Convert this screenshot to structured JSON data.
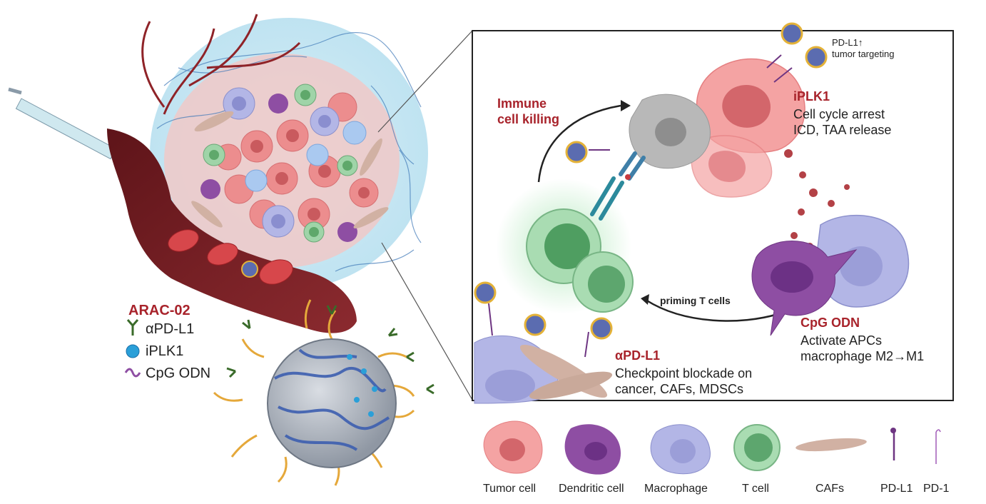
{
  "formulation": {
    "name": "ARAC-02",
    "items": [
      "αPD-L1",
      "iPLK1",
      "CpG ODN"
    ],
    "icons": [
      "antibody-icon",
      "inhibitor-sphere-icon",
      "cpg-strand-icon"
    ]
  },
  "panel": {
    "immune_killing": [
      "Immune",
      "cell killing"
    ],
    "iplk1": {
      "title": "iPLK1",
      "lines": [
        "Cell cycle arrest",
        "ICD, TAA release"
      ]
    },
    "targeting": [
      "PD-L1↑",
      "tumor targeting"
    ],
    "priming": "priming T cells",
    "cpg": {
      "title": "CpG ODN",
      "lines": [
        "Activate APCs",
        "macrophage  M2→M1"
      ]
    },
    "apdl1": {
      "title": "αPD-L1",
      "lines": [
        "Checkpoint blockade on",
        "cancer, CAFs, MDSCs"
      ]
    }
  },
  "legend": [
    "Tumor cell",
    "Dendritic cell",
    "Macrophage",
    "T cell",
    "CAFs",
    "PD-L1",
    "PD-1"
  ],
  "colors": {
    "accent_red": "#a8232b",
    "tumor": "#f4a3a3",
    "dendritic": "#8e4ea3",
    "macrophage": "#b3b6e6",
    "tcell": "#9fd4a8",
    "caf": "#c9a99a",
    "vessel": "#7a1f24"
  }
}
